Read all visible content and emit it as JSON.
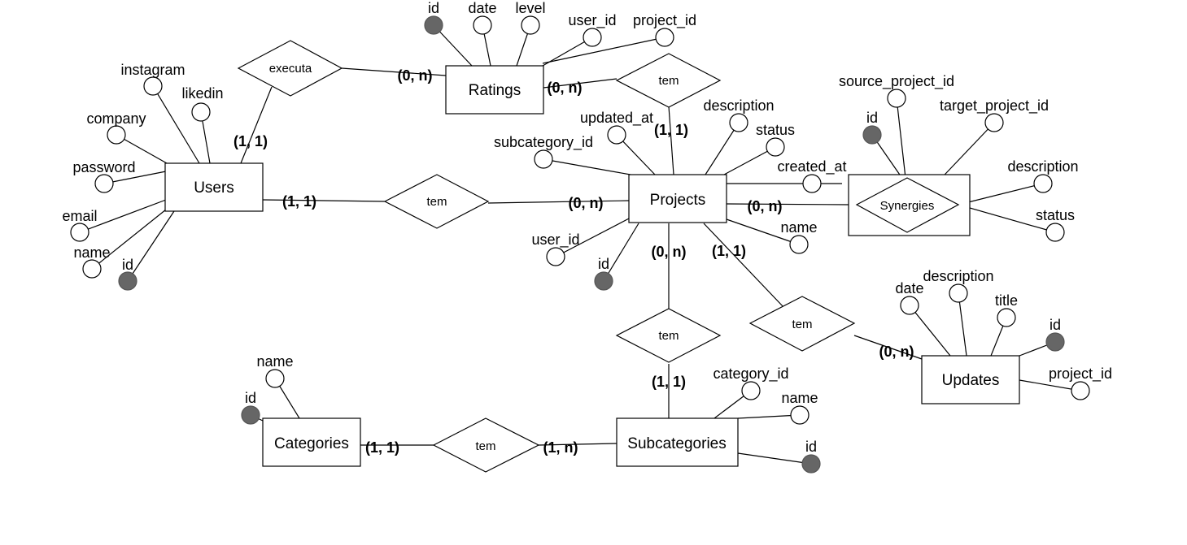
{
  "entities": {
    "users": "Users",
    "ratings": "Ratings",
    "projects": "Projects",
    "updates": "Updates",
    "categories": "Categories",
    "subcategories": "Subcategories"
  },
  "associative_entities": {
    "synergies": "Synergies"
  },
  "relationships": {
    "executa": "executa",
    "tem_ratings_projects": "tem",
    "tem_users_projects": "tem",
    "tem_projects_updates": "tem",
    "tem_projects_subcategories": "tem",
    "tem_categories_subcategories": "tem"
  },
  "attributes": {
    "users": [
      {
        "label": "instagram",
        "key": false
      },
      {
        "label": "likedin",
        "key": false
      },
      {
        "label": "company",
        "key": false
      },
      {
        "label": "password",
        "key": false
      },
      {
        "label": "email",
        "key": false
      },
      {
        "label": "name",
        "key": false
      },
      {
        "label": "id",
        "key": true
      }
    ],
    "ratings": [
      {
        "label": "id",
        "key": true
      },
      {
        "label": "date",
        "key": false
      },
      {
        "label": "level",
        "key": false
      },
      {
        "label": "user_id",
        "key": false
      },
      {
        "label": "project_id",
        "key": false
      }
    ],
    "projects": [
      {
        "label": "updated_at",
        "key": false
      },
      {
        "label": "description",
        "key": false
      },
      {
        "label": "status",
        "key": false
      },
      {
        "label": "subcategory_id",
        "key": false
      },
      {
        "label": "created_at",
        "key": false
      },
      {
        "label": "name",
        "key": false
      },
      {
        "label": "user_id",
        "key": false
      },
      {
        "label": "id",
        "key": true
      }
    ],
    "synergies": [
      {
        "label": "source_project_id",
        "key": false
      },
      {
        "label": "id",
        "key": true
      },
      {
        "label": "target_project_id",
        "key": false
      },
      {
        "label": "description",
        "key": false
      },
      {
        "label": "status",
        "key": false
      }
    ],
    "updates": [
      {
        "label": "date",
        "key": false
      },
      {
        "label": "description",
        "key": false
      },
      {
        "label": "title",
        "key": false
      },
      {
        "label": "id",
        "key": true
      },
      {
        "label": "project_id",
        "key": false
      }
    ],
    "categories": [
      {
        "label": "name",
        "key": false
      },
      {
        "label": "id",
        "key": true
      }
    ],
    "subcategories": [
      {
        "label": "category_id",
        "key": false
      },
      {
        "label": "name",
        "key": false
      },
      {
        "label": "id",
        "key": true
      }
    ]
  },
  "cardinalities": {
    "ratings_executa": "(0, n)",
    "ratings_tem": "(0, n)",
    "users_executa": "(1, 1)",
    "users_tem": "(1, 1)",
    "projects_tem_users": "(0, n)",
    "projects_tem_ratings": "(1, 1)",
    "projects_synergies": "(0, n)",
    "projects_tem_subcategories": "(0, n)",
    "projects_tem_updates": "(1, 1)",
    "updates_tem": "(0, n)",
    "subcategories_tem_projects": "(1, 1)",
    "subcategories_tem_categories": "(1, n)",
    "categories_tem": "(1, 1)"
  }
}
